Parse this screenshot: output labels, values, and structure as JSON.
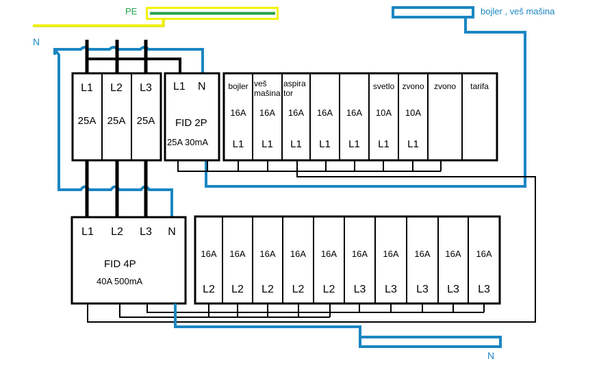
{
  "labels": {
    "pe": "PE",
    "n_top": "N",
    "n_bottom": "N",
    "bojler_bus": "bojler , veš mašina",
    "fid2p_title": "FID 2P",
    "fid2p_rating": "25A  30mA",
    "fid4p_title": "FID 4P",
    "fid4p_rating": "40A   500mA"
  },
  "colors": {
    "neutral": "#1a86c2",
    "pe_outline": "#f2f200",
    "pe_core": "#22a04b",
    "phase": "#000000"
  },
  "main_breakers": [
    {
      "phase": "L1",
      "rating": "25A"
    },
    {
      "phase": "L2",
      "rating": "25A"
    },
    {
      "phase": "L3",
      "rating": "25A"
    }
  ],
  "fid2p_terminals": [
    "L1",
    "N"
  ],
  "fid4p_terminals": [
    "L1",
    "L2",
    "L3",
    "N"
  ],
  "top_breakers": [
    {
      "name": "bojler",
      "rating": "16A",
      "phase": "L1"
    },
    {
      "name": "veš\nmašina",
      "rating": "16A",
      "phase": "L1"
    },
    {
      "name": "aspira\ntor",
      "rating": "16A",
      "phase": "L1"
    },
    {
      "name": "",
      "rating": "16A",
      "phase": "L1"
    },
    {
      "name": "",
      "rating": "16A",
      "phase": "L1"
    },
    {
      "name": "svetlo",
      "rating": "10A",
      "phase": "L1"
    },
    {
      "name": "zvono",
      "rating": "10A",
      "phase": "L1"
    },
    {
      "name": "zvono",
      "rating": "",
      "phase": ""
    },
    {
      "name": "tarifa",
      "rating": "",
      "phase": ""
    }
  ],
  "bottom_breakers": [
    {
      "rating": "16A",
      "phase": "L2"
    },
    {
      "rating": "16A",
      "phase": "L2"
    },
    {
      "rating": "16A",
      "phase": "L2"
    },
    {
      "rating": "16A",
      "phase": "L2"
    },
    {
      "rating": "16A",
      "phase": "L2"
    },
    {
      "rating": "16A",
      "phase": "L3"
    },
    {
      "rating": "16A",
      "phase": "L3"
    },
    {
      "rating": "16A",
      "phase": "L3"
    },
    {
      "rating": "16A",
      "phase": "L3"
    },
    {
      "rating": "16A",
      "phase": "L3"
    }
  ]
}
